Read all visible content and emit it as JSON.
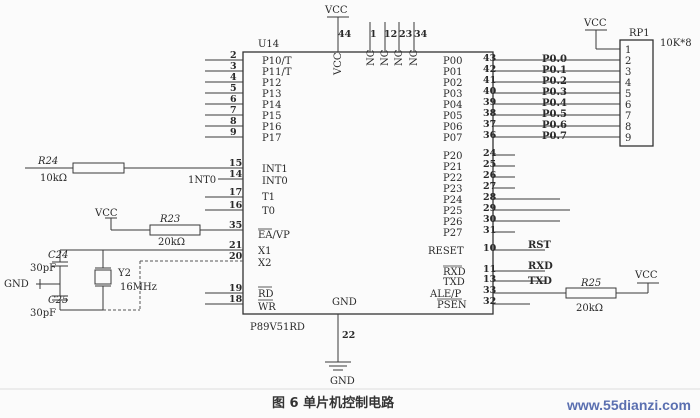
{
  "chip": {
    "ref": "U14",
    "part": "P89V51RD",
    "vcc_inside": "VCC"
  },
  "power": {
    "vcc_top": "VCC",
    "vcc_pin": "44",
    "gnd_chip": "GND",
    "gnd_pin": "22",
    "gnd_bottom": "GND"
  },
  "nc_pins": [
    {
      "num": "1",
      "name": "NC"
    },
    {
      "num": "12",
      "name": "NC"
    },
    {
      "num": "23",
      "name": "NC"
    },
    {
      "num": "34",
      "name": "NC"
    }
  ],
  "left_pins": [
    {
      "num": "2",
      "name": "P10/T"
    },
    {
      "num": "3",
      "name": "P11/T"
    },
    {
      "num": "4",
      "name": "P12"
    },
    {
      "num": "5",
      "name": "P13"
    },
    {
      "num": "6",
      "name": "P14"
    },
    {
      "num": "7",
      "name": "P15"
    },
    {
      "num": "8",
      "name": "P16"
    },
    {
      "num": "9",
      "name": "P17"
    },
    {
      "num": "15",
      "name": "INT1"
    },
    {
      "num": "14",
      "name": "INT0",
      "net": "1NT0"
    },
    {
      "num": "17",
      "name": "T1"
    },
    {
      "num": "16",
      "name": "T0"
    },
    {
      "num": "35",
      "name": "EA/VP"
    },
    {
      "num": "21",
      "name": "X1"
    },
    {
      "num": "20",
      "name": "X2"
    },
    {
      "num": "19",
      "name": "RD"
    },
    {
      "num": "18",
      "name": "WR"
    }
  ],
  "right_pins": [
    {
      "num": "43",
      "name": "P00",
      "net": "P0.0"
    },
    {
      "num": "42",
      "name": "P01",
      "net": "P0.1"
    },
    {
      "num": "41",
      "name": "P02",
      "net": "P0.2"
    },
    {
      "num": "40",
      "name": "P03",
      "net": "P0.3"
    },
    {
      "num": "39",
      "name": "P04",
      "net": "P0.4"
    },
    {
      "num": "38",
      "name": "P05",
      "net": "P0.5"
    },
    {
      "num": "37",
      "name": "P06",
      "net": "P0.6"
    },
    {
      "num": "36",
      "name": "P07",
      "net": "P0.7"
    },
    {
      "num": "24",
      "name": "P20"
    },
    {
      "num": "25",
      "name": "P21"
    },
    {
      "num": "26",
      "name": "P22"
    },
    {
      "num": "27",
      "name": "P23"
    },
    {
      "num": "28",
      "name": "P24"
    },
    {
      "num": "29",
      "name": "P25"
    },
    {
      "num": "30",
      "name": "P26"
    },
    {
      "num": "31",
      "name": "P27"
    },
    {
      "num": "10",
      "name": "RESET",
      "net": "RST"
    },
    {
      "num": "11",
      "name": "RXD",
      "net": "RXD"
    },
    {
      "num": "13",
      "name": "TXD",
      "net": "TXD"
    },
    {
      "num": "33",
      "name": "ALE/P"
    },
    {
      "num": "32",
      "name": "PSEN"
    }
  ],
  "components": {
    "r24": {
      "ref": "R24",
      "value": "10kΩ"
    },
    "r23": {
      "ref": "R23",
      "value": "20kΩ"
    },
    "r25": {
      "ref": "R25",
      "value": "20kΩ"
    },
    "c24": {
      "ref": "C24",
      "value": "30pF"
    },
    "c25": {
      "ref": "C25",
      "value": "30pF"
    },
    "y2": {
      "ref": "Y2",
      "value": "16MHz"
    },
    "vcc_left": "VCC",
    "vcc_right": "VCC",
    "gnd_left": "GND"
  },
  "rp1": {
    "ref": "RP1",
    "value": "10K*8",
    "vcc": "VCC",
    "pins": [
      "1",
      "2",
      "3",
      "4",
      "5",
      "6",
      "7",
      "8",
      "9"
    ]
  },
  "caption": "图 6   单片机控制电路",
  "watermark": "www.55dianzi.com"
}
